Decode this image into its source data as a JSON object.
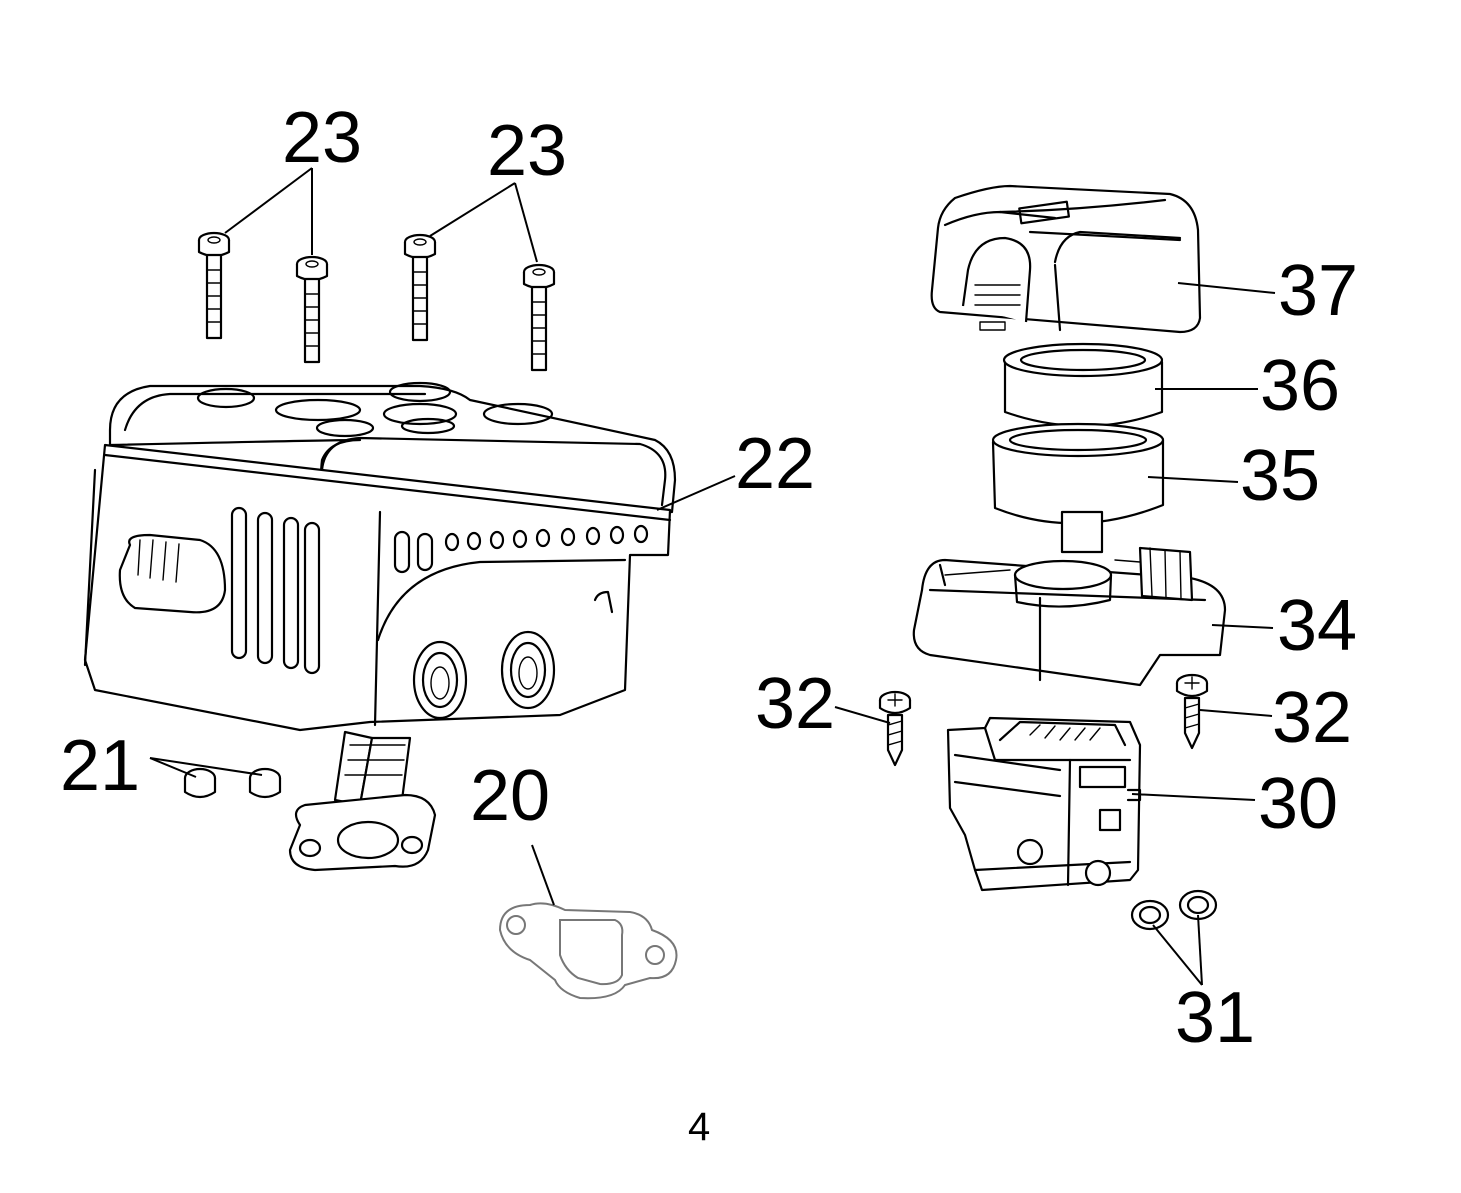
{
  "callouts": {
    "c23a": "23",
    "c23b": "23",
    "c22": "22",
    "c21": "21",
    "c20": "20",
    "c37": "37",
    "c36": "36",
    "c35": "35",
    "c34": "34",
    "c32a": "32",
    "c32b": "32",
    "c30": "30",
    "c31": "31"
  },
  "page_number": "4"
}
